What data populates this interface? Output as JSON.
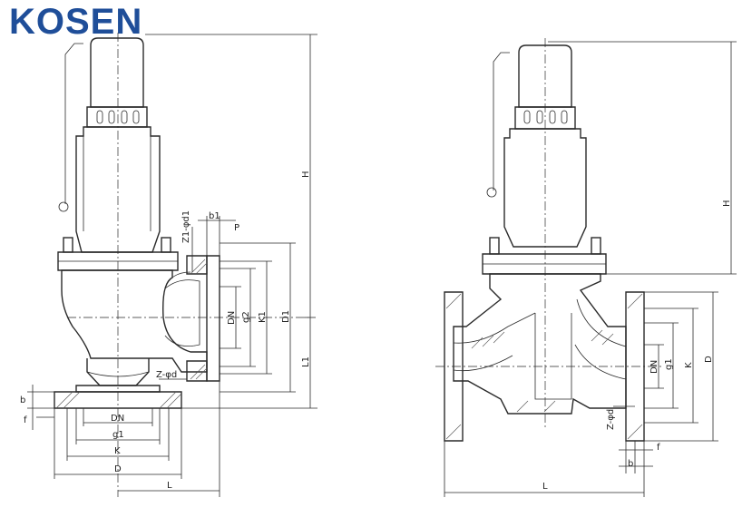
{
  "logo": {
    "text": "KOSEN",
    "color": "#1f4e99"
  },
  "left_drawing": {
    "labels": {
      "H": "H",
      "L1": "L1",
      "D1": "D1",
      "K1": "K1",
      "g2": "g2",
      "DN_v": "DN",
      "Z1_d1": "Z1-φd1",
      "b1": "b1",
      "P": "P",
      "Z_d": "Z-φd",
      "b": "b",
      "f": "f",
      "DN_h": "DN",
      "g1": "g1",
      "K": "K",
      "D": "D",
      "L": "L"
    }
  },
  "right_drawing": {
    "labels": {
      "H": "H",
      "D": "D",
      "K": "K",
      "g1": "g1",
      "DN": "DN",
      "Z_d": "Z-φd",
      "f": "f",
      "b": "b",
      "L": "L"
    }
  }
}
